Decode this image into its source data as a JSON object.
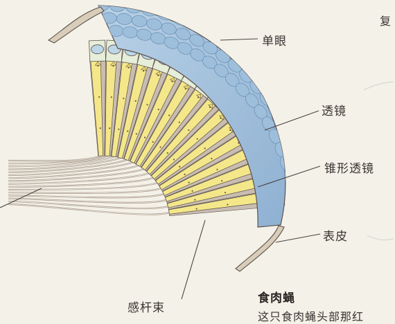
{
  "diagram": {
    "labels": {
      "ommatidium": "单眼",
      "lens": "透镜",
      "crystalline_cone": "锥形透镜",
      "cuticle": "表皮",
      "rhabdom": "感杆束"
    },
    "caption": {
      "heading": "食肉蝇",
      "body_cut": "这只食肉蝇头部那红",
      "corner_cut": "复"
    },
    "colors": {
      "lens_blue": "#a9c6df",
      "cone_blue": "#bcd6e6",
      "rod_yellow": "#f4e78a",
      "rod_gray": "#c9bdb2",
      "nerve": "#a89a8c",
      "cuticle": "#cfc3ae",
      "line": "#5a504a"
    }
  }
}
